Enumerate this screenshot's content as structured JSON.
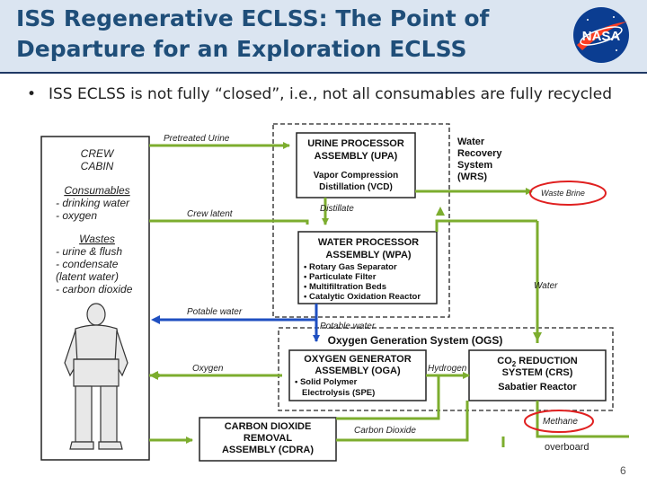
{
  "slide": {
    "title_line1": "ISS Regenerative ECLSS: The Point of",
    "title_line2": "Departure for an Exploration ECLSS",
    "bullet": "ISS ECLSS is not fully “closed”, i.e., not all consumables are fully recycled",
    "page_number": "6",
    "logo_text": "NASA"
  },
  "diagram": {
    "crew_cabin": {
      "title_line1": "CREW",
      "title_line2": "CABIN",
      "consumables_heading": "Consumables",
      "consumables": [
        "- drinking water",
        "- oxygen"
      ],
      "wastes_heading": "Wastes",
      "wastes": [
        "- urine & flush",
        "- condensate",
        "(latent water)",
        "- carbon dioxide"
      ]
    },
    "upa": {
      "line1": "URINE PROCESSOR",
      "line2": "ASSEMBLY (UPA)",
      "line3": "Vapor Compression",
      "line4": "Distillation (VCD)"
    },
    "wrs": {
      "lines": [
        "Water",
        "Recovery",
        "System",
        "(WRS)"
      ]
    },
    "wpa": {
      "line1": "WATER PROCESSOR",
      "line2": "ASSEMBLY (WPA)",
      "items": [
        "• Rotary Gas Separator",
        "• Particulate Filter",
        "• Multifiltration Beds",
        "• Catalytic Oxidation Reactor"
      ]
    },
    "ogs": {
      "title": "Oxygen Generation System (OGS)"
    },
    "oga": {
      "line1": "OXYGEN GENERATOR",
      "line2": "ASSEMBLY (OGA)",
      "line3": "• Solid Polymer",
      "line4": "Electrolysis (SPE)"
    },
    "crs": {
      "line1_pre": "CO",
      "line1_sub": "2",
      "line1_post": " REDUCTION",
      "line2": "SYSTEM (CRS)",
      "line3": "Sabatier Reactor"
    },
    "cdra": {
      "line1": "CARBON DIOXIDE",
      "line2": "REMOVAL",
      "line3": "ASSEMBLY (CDRA)"
    },
    "flow_labels": {
      "pretreated_urine": "Pretreated Urine",
      "crew_latent": "Crew latent",
      "distillate": "Distillate",
      "waste_brine": "Waste Brine",
      "water": "Water",
      "potable_water_left": "Potable water",
      "potable_water_mid": "Potable water",
      "oxygen": "Oxygen",
      "hydrogen": "Hydrogen",
      "carbon_dioxide": "Carbon Dioxide",
      "methane": "Methane",
      "overboard": "overboard"
    },
    "colors": {
      "green": "#7cad2e",
      "blue": "#1f4fc1",
      "red": "#e02020",
      "box": "#222222"
    }
  }
}
